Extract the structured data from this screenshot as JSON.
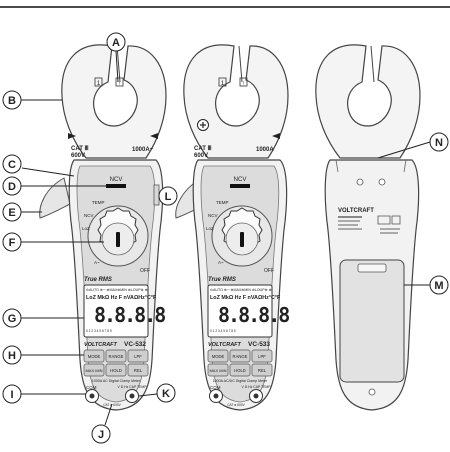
{
  "callouts": {
    "A": "A",
    "B": "B",
    "C": "C",
    "D": "D",
    "E": "E",
    "F": "F",
    "G": "G",
    "H": "H",
    "I": "I",
    "J": "J",
    "K": "K",
    "L": "L",
    "M": "M",
    "N": "N"
  },
  "meter_left": {
    "jaw_marks": [
      "1",
      "↑"
    ],
    "cat_label": "CAT Ⅲ",
    "voltage_label": "600V",
    "current_label": "1000A~",
    "ncv_label": "NCV",
    "true_rms": "True RMS",
    "lcd_top": "⊖AUTO ⊕─ ⊕MAX⊕MIN ⊕LOUP⊕ ⊕",
    "lcd_mode": "LoZ MkΩ Hz F nVAΩHz°C°F",
    "lcd_digits": "8.8.8.8",
    "lcd_scale": "0 1 2 3 4 5 6 7 8 9",
    "brand": "VOLTCRAFT",
    "model": "VC-532",
    "buttons": [
      "MODE",
      "RANGE",
      "LPF",
      "MAX MIN",
      "HOLD",
      "REL"
    ],
    "caption": "1000A AC Digital Clamp Meter",
    "com_label": "COM",
    "vinput_label": "V Ω Hz CAP TEMP",
    "cat_bottom": "CAT Ⅲ 600V"
  },
  "meter_mid": {
    "jaw_marks": [
      "1",
      "↑"
    ],
    "cat_label": "CAT Ⅲ",
    "voltage_label": "600V",
    "current_label": "1000A",
    "ncv_label": "NCV",
    "true_rms": "True RMS",
    "lcd_top": "⊖AUTO ⊕─ ⊕MAX⊕MIN ⊕LOUP⊕ ⊕",
    "lcd_mode": "LoZ MkΩ Hz F nVAΩHz°C°F",
    "lcd_digits": "8.8.8.8",
    "lcd_scale": "0 1 2 3 4 5 6 7 8 9",
    "brand": "VOLTCRAFT",
    "model": "VC-533",
    "buttons": [
      "MODE",
      "RANGE",
      "LPF",
      "MAX MIN",
      "HOLD",
      "REL"
    ],
    "caption": "1000A AC/DC Digital Clamp Meter",
    "com_label": "COM",
    "vinput_label": "V Ω Hz CAP TEMP",
    "cat_bottom": "CAT Ⅲ 600V"
  },
  "meter_back": {
    "brand": "VOLTCRAFT"
  },
  "dial_labels": [
    "TEMP",
    "NCV",
    "LoZ",
    "OFF",
    "A~"
  ]
}
